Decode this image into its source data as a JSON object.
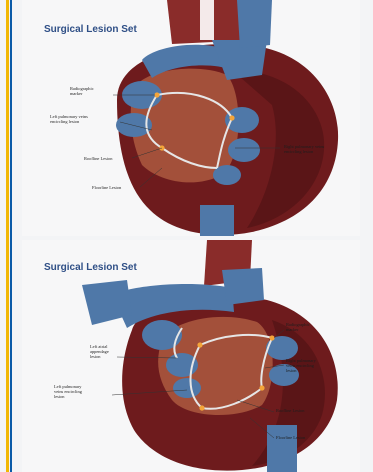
{
  "panels": [
    {
      "title": "Surgical Lesion Set",
      "labels": {
        "radiographic_marker": "Radiographic\nmarker",
        "left_pulmonary": "Left pulmonary veins\nencircling lesion",
        "right_pulmonary": "Right pulmonary veins\nencircling lesion",
        "roofline": "Roofline Lesion",
        "floorline": "Floorline Lesion"
      }
    },
    {
      "title": "Surgical Lesion Set",
      "labels": {
        "left_atrial": "Left atrial\nappendage\nlesion",
        "left_pulmonary": "Left pulmonary\nveins encircling\nlesion",
        "radiographic_marker": "Radiographic\nmarker",
        "right_pulmonary": "Right pulmonary\nveins encircling\nlesion",
        "roofline": "Roofline Lesion",
        "floorline": "Floorline Lesion"
      }
    }
  ],
  "colors": {
    "accent_yellow": "#f2b705",
    "accent_blue": "#0a5aa8",
    "title_blue": "#2f4f86",
    "heart_red": "#7c1f1f",
    "vessel_blue": "#4f78a8",
    "lesion_line": "#e6e6e6",
    "marker": "#f4a53a"
  }
}
